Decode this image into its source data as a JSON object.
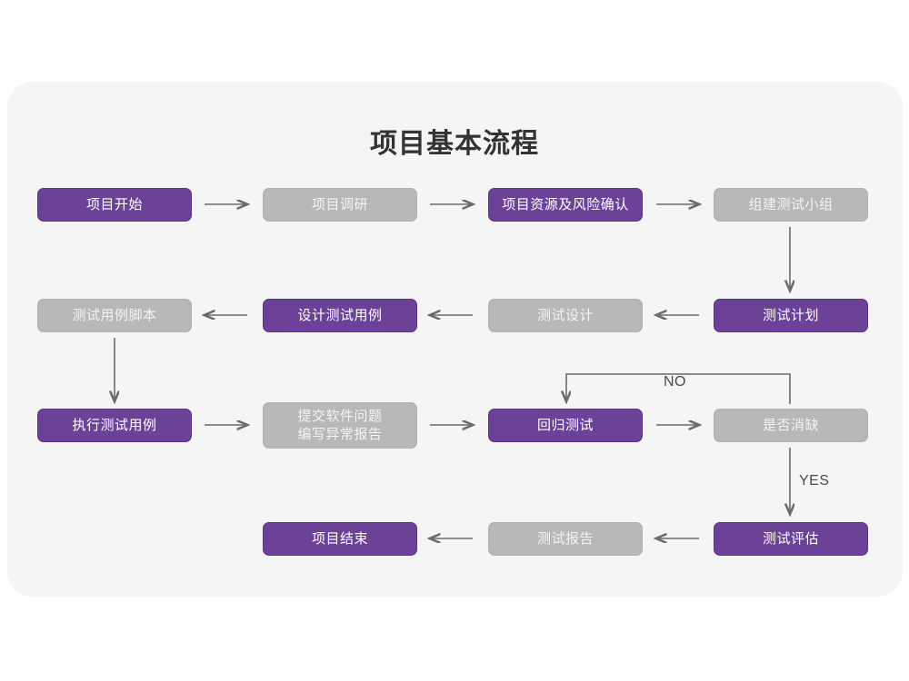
{
  "card": {
    "background_color": "#f5f5f5",
    "page_background_color": "#ffffff"
  },
  "title": "项目基本流程",
  "colors": {
    "purple": "#6c4299",
    "purple_border": "#5b3484",
    "gray": "#b8b8b8",
    "gray_border": "#b0b0b0",
    "purple_text": "#ffffff",
    "gray_text": "#f4f4f4",
    "connector": "#6b6b6b",
    "title_text": "#333333",
    "edge_label_text": "#4a4a4a"
  },
  "chart_data": {
    "type": "diagram",
    "title": "项目基本流程",
    "nodes": [
      {
        "id": "n1",
        "label": "项目开始",
        "style": "purple",
        "row": 1,
        "col": 1
      },
      {
        "id": "n2",
        "label": "项目调研",
        "style": "gray",
        "row": 1,
        "col": 2
      },
      {
        "id": "n3",
        "label": "项目资源及风险确认",
        "style": "purple",
        "row": 1,
        "col": 3
      },
      {
        "id": "n4",
        "label": "组建测试小组",
        "style": "gray",
        "row": 1,
        "col": 4
      },
      {
        "id": "n5",
        "label": "测试用例脚本",
        "style": "gray",
        "row": 2,
        "col": 1
      },
      {
        "id": "n6",
        "label": "设计测试用例",
        "style": "purple",
        "row": 2,
        "col": 2
      },
      {
        "id": "n7",
        "label": "测试设计",
        "style": "gray",
        "row": 2,
        "col": 3
      },
      {
        "id": "n8",
        "label": "测试计划",
        "style": "purple",
        "row": 2,
        "col": 4
      },
      {
        "id": "n9",
        "label": "执行测试用例",
        "style": "purple",
        "row": 3,
        "col": 1
      },
      {
        "id": "n10",
        "label": "提交软件问题\n编写异常报告",
        "style": "gray",
        "row": 3,
        "col": 2
      },
      {
        "id": "n11",
        "label": "回归测试",
        "style": "purple",
        "row": 3,
        "col": 3
      },
      {
        "id": "n12",
        "label": "是否消缺",
        "style": "gray",
        "row": 3,
        "col": 4
      },
      {
        "id": "n13",
        "label": "项目结束",
        "style": "purple",
        "row": 4,
        "col": 2
      },
      {
        "id": "n14",
        "label": "测试报告",
        "style": "gray",
        "row": 4,
        "col": 3
      },
      {
        "id": "n15",
        "label": "测试评估",
        "style": "purple",
        "row": 4,
        "col": 4
      }
    ],
    "edges": [
      {
        "from": "n1",
        "to": "n2",
        "label": "",
        "direction": "right"
      },
      {
        "from": "n2",
        "to": "n3",
        "label": "",
        "direction": "right"
      },
      {
        "from": "n3",
        "to": "n4",
        "label": "",
        "direction": "right"
      },
      {
        "from": "n4",
        "to": "n8",
        "label": "",
        "direction": "down"
      },
      {
        "from": "n8",
        "to": "n7",
        "label": "",
        "direction": "left"
      },
      {
        "from": "n7",
        "to": "n6",
        "label": "",
        "direction": "left"
      },
      {
        "from": "n6",
        "to": "n5",
        "label": "",
        "direction": "left"
      },
      {
        "from": "n5",
        "to": "n9",
        "label": "",
        "direction": "down"
      },
      {
        "from": "n9",
        "to": "n10",
        "label": "",
        "direction": "right"
      },
      {
        "from": "n10",
        "to": "n11",
        "label": "",
        "direction": "right"
      },
      {
        "from": "n11",
        "to": "n12",
        "label": "",
        "direction": "right"
      },
      {
        "from": "n12",
        "to": "n11",
        "label": "NO",
        "direction": "loop-up-left"
      },
      {
        "from": "n12",
        "to": "n15",
        "label": "YES",
        "direction": "down"
      },
      {
        "from": "n15",
        "to": "n14",
        "label": "",
        "direction": "left"
      },
      {
        "from": "n14",
        "to": "n13",
        "label": "",
        "direction": "left"
      }
    ],
    "edge_labels": {
      "no": "NO",
      "yes": "YES"
    }
  }
}
